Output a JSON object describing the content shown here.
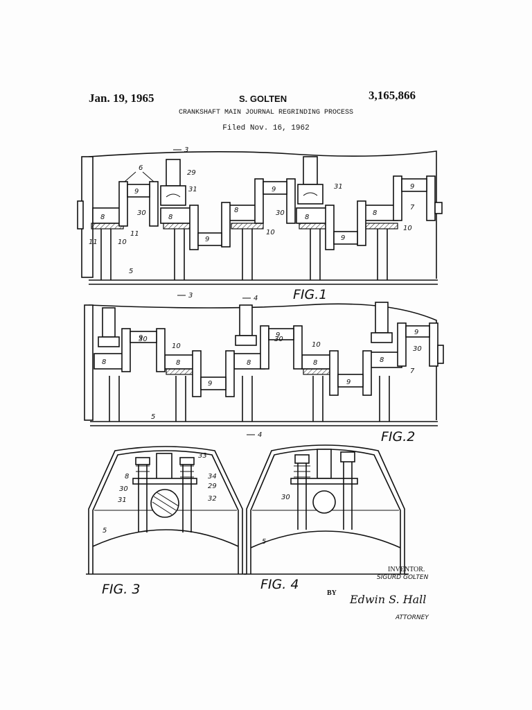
{
  "header": {
    "date": "Jan. 19, 1965",
    "inventor": "S. GOLTEN",
    "patent_number": "3,165,866",
    "title": "CRANKSHAFT MAIN JOURNAL REGRINDING PROCESS",
    "filed": "Filed Nov. 16, 1962"
  },
  "figures": {
    "fig1": "FIG.1",
    "fig2": "FIG.2",
    "fig3": "FIG. 3",
    "fig4": "FIG. 4"
  },
  "refs": {
    "r3": "3",
    "r4": "4",
    "r5": "5",
    "r6": "6",
    "r7": "7",
    "r8": "8",
    "r9": "9",
    "r10": "10",
    "r11": "11",
    "r29": "29",
    "r30": "30",
    "r31": "31",
    "r32": "32",
    "r33": "33",
    "r34": "34"
  },
  "signature_block": {
    "inventor_label": "INVENTOR.",
    "inventor_name": "SIGURD GOLTEN",
    "by": "BY",
    "signature": "Edwin S. Hall",
    "attorney": "ATTORNEY"
  }
}
